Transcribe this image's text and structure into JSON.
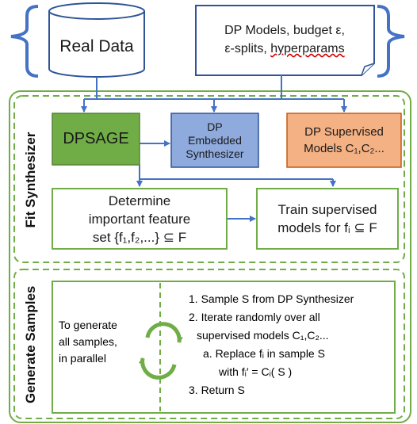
{
  "inputs": {
    "real_data": "Real Data",
    "dp_models_line1": "DP Models, budget ε,",
    "dp_models_line2_a": "ε-splits, ",
    "dp_models_line2_b": "hyperparams"
  },
  "fit": {
    "section_title": "Fit Synthesizer",
    "dpsage": "DPSAGE",
    "dp_embedded": [
      "DP",
      "Embedded",
      "Synthesizer"
    ],
    "dp_supervised_line1": "DP Supervised",
    "dp_supervised_line2": "Models C₁,C₂...",
    "determine_line1": "Determine",
    "determine_line2": "important feature",
    "determine_line3": "set {f₁,f₂,...} ⊆ F",
    "train_line1": "Train supervised",
    "train_line2": "models for fᵢ ⊆ F"
  },
  "generate": {
    "section_title": "Generate Samples",
    "left_text": [
      "To generate",
      "all samples,",
      "in parallel"
    ],
    "steps": [
      "1. Sample S from DP Synthesizer",
      "2. Iterate randomly over all",
      "supervised models C₁,C₂...",
      "a. Replace fᵢ in sample S",
      "with fᵢ′ = Cᵢ( S )",
      "3. Return S"
    ]
  },
  "colors": {
    "green_border": "#70ad47",
    "blue_line": "#4472c4",
    "dpsage_fill": "#70ad47",
    "embedded_fill": "#8faadc",
    "supervised_fill": "#f4b183"
  }
}
